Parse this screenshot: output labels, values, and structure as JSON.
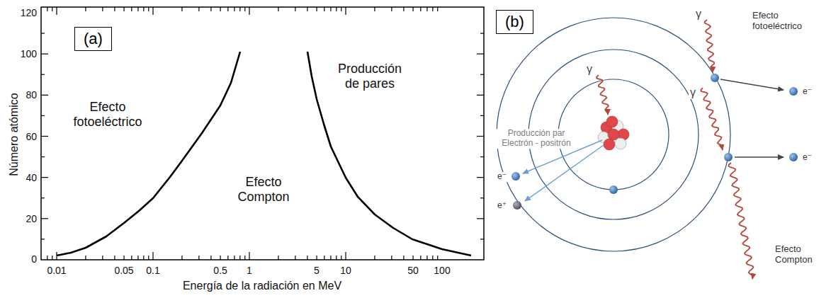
{
  "diagram": {
    "nodes": [
      {
        "text": [
          "(a)"
        ]
      },
      {
        "text": [
          "(b)"
        ]
      }
    ],
    "labels": [
      "120",
      "100",
      "80",
      "60",
      "40",
      "20",
      "0",
      "0.01",
      "0.05",
      "0.1",
      "0.5",
      "1",
      "5",
      "10",
      "50",
      "100",
      "Número atómico",
      "Energía de la radiación en MeV",
      "Efecto fotoeléctrico",
      "Efecto Compton",
      "Producción de pares",
      "γ",
      "γ",
      "γ",
      "Efecto fotoeléctrico",
      "e⁻",
      "e⁻",
      "Producción par Electrón - positrón",
      "e⁻",
      "e⁺",
      "Efecto Compton"
    ]
  }
}
